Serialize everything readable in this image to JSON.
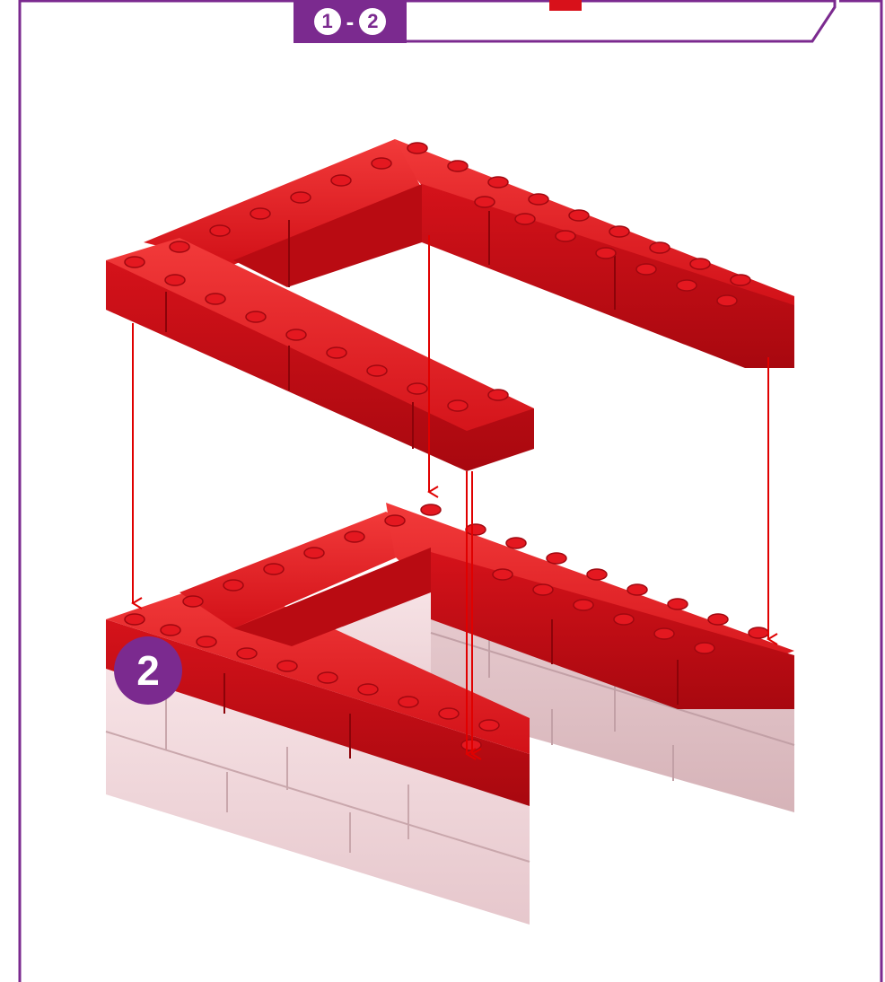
{
  "header": {
    "range_start": "1",
    "range_separator": "-",
    "range_end": "2",
    "accent_color": "#7b2a8f"
  },
  "step": {
    "number": "2"
  },
  "colors": {
    "frame": "#7b2a8f",
    "brick_red": "#d8111a",
    "brick_pink": "#f5dde0",
    "arrow": "#e00000"
  },
  "illustration": {
    "top_layer_color": "red",
    "base_layers_color": "pink",
    "arrow_count": 5
  }
}
